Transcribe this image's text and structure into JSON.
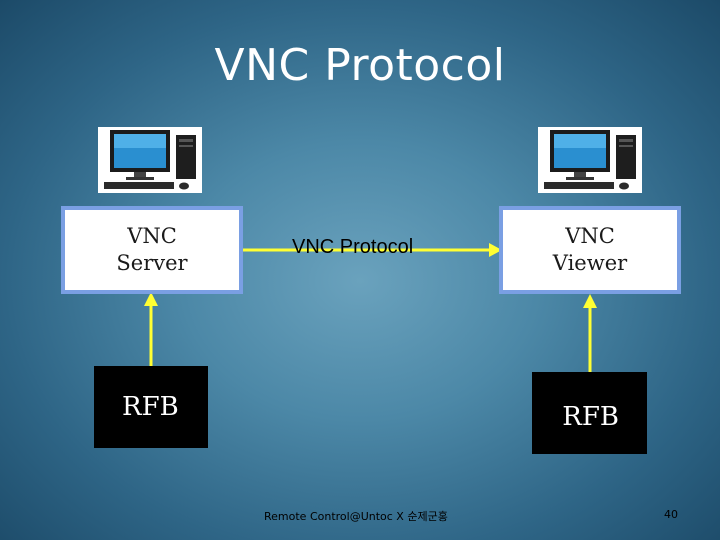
{
  "slide": {
    "title": "VNC Protocol",
    "footer": "Remote Control@Untoc X 순제군홍",
    "page_number": "40"
  },
  "diagram": {
    "server": {
      "line1": "VNC",
      "line2": "Server",
      "icon": "desktop-computer-icon"
    },
    "viewer": {
      "line1": "VNC",
      "line2": "Viewer",
      "icon": "desktop-computer-icon"
    },
    "rfb_left": "RFB",
    "rfb_right": "RFB",
    "protocol_label": "VNC Protocol",
    "colors": {
      "arrow": "#ffff33",
      "box_border": "#7a9fe3"
    }
  }
}
